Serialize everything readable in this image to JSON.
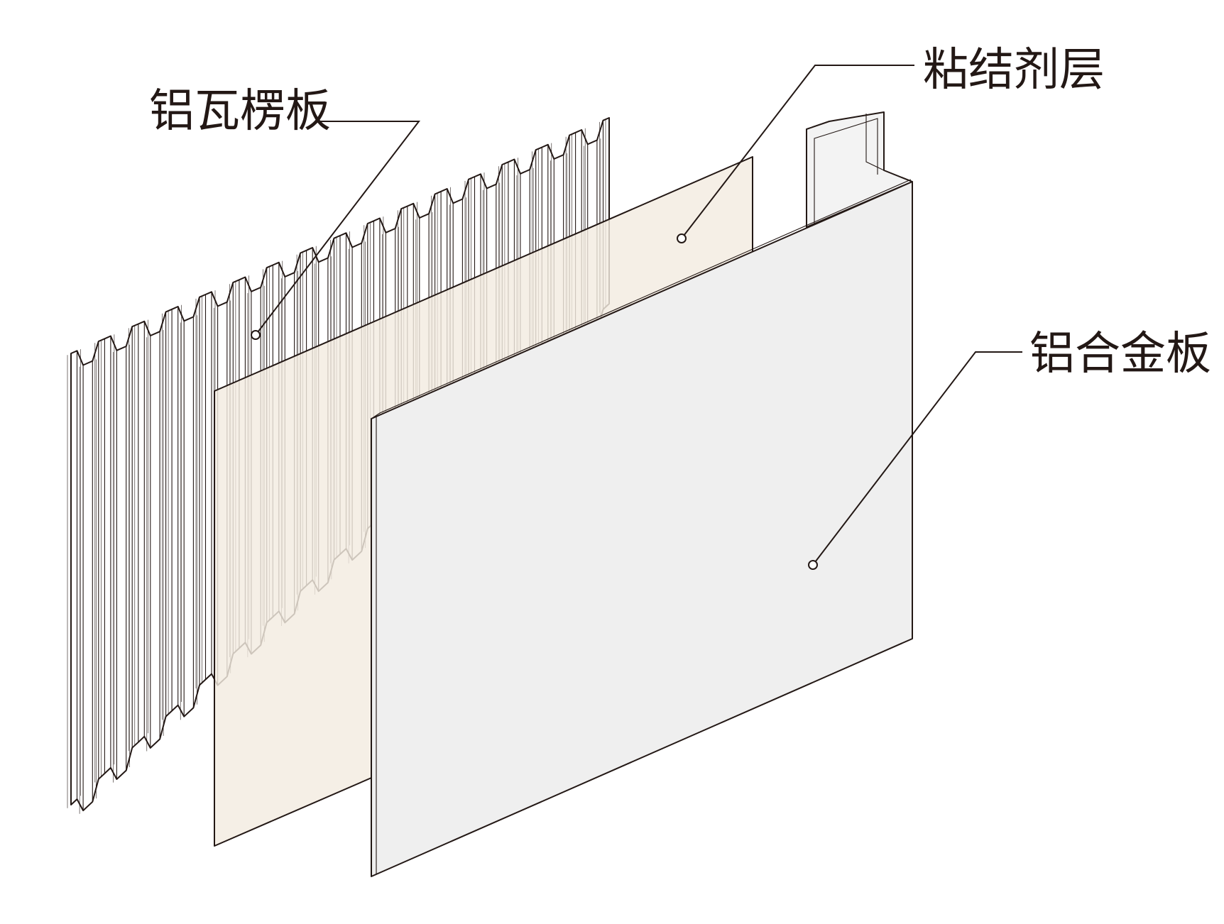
{
  "labels": {
    "corrugated_sheet": "铝瓦楞板",
    "adhesive_layer": "粘结剂层",
    "alloy_sheet": "铝合金板"
  },
  "colors": {
    "adhesive_fill": "#f3ece0",
    "alloy_fill": "#efefef",
    "corrugated_fill": "#ffffff",
    "line": "#231815"
  }
}
